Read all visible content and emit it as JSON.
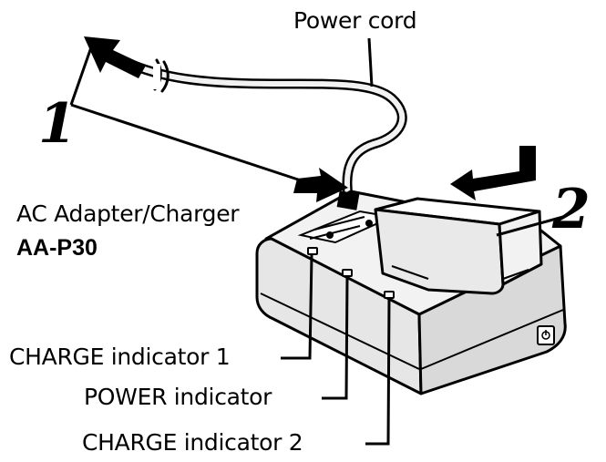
{
  "labels": {
    "power_cord": "Power cord",
    "device_name": "AC Adapter/Charger",
    "model": "AA-P30",
    "charge_indicator_1": "CHARGE indicator 1",
    "power_indicator": "POWER indicator",
    "charge_indicator_2": "CHARGE indicator 2"
  },
  "steps": {
    "step_1": "1",
    "step_2": "2"
  },
  "icons": [
    "arrow-icon",
    "power-plug-icon",
    "battery-pack",
    "charger-body",
    "power-switch-icon",
    "indicator-led"
  ],
  "colors": {
    "ink": "#000000",
    "fill_light": "#f2f2f2",
    "fill_mid": "#d9d9d9",
    "background": "#ffffff"
  }
}
